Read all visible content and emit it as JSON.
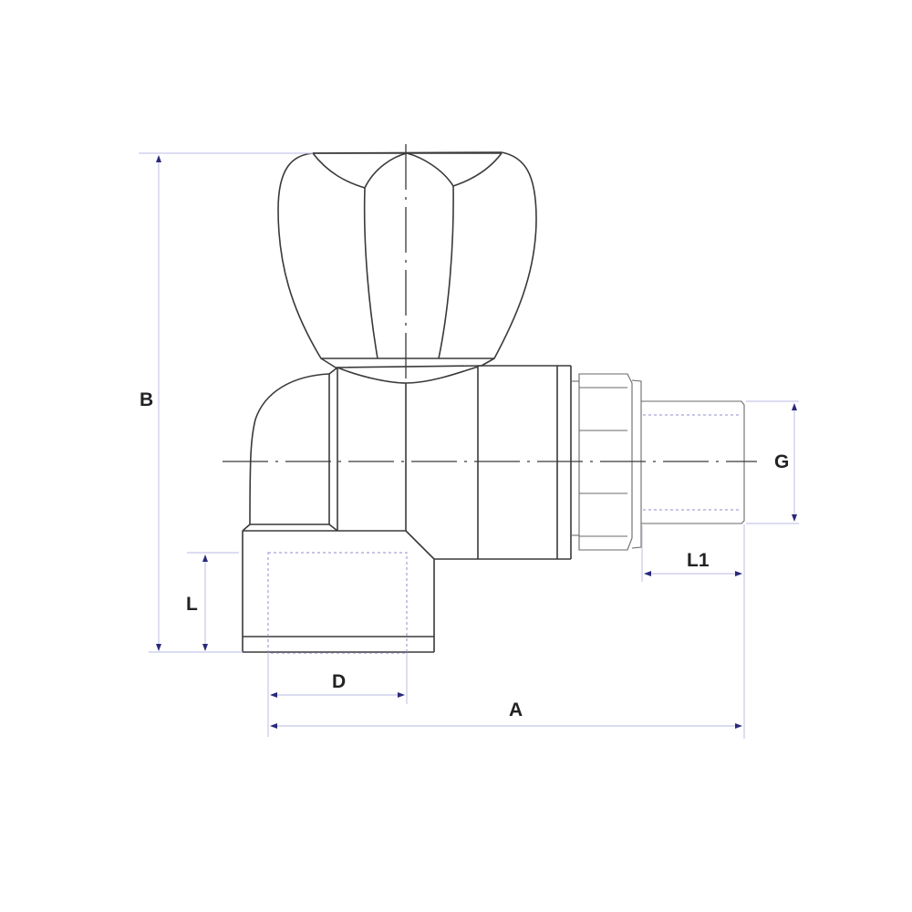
{
  "diagram": {
    "subject": "Radiator angle valve with union (technical dimension drawing)",
    "colors": {
      "outline": "#3a3a3a",
      "dimension_line": "#c8c8ea",
      "dimension_arrow": "#2a2a7a",
      "hidden_line": "#8c8cd0",
      "label": "#222222",
      "background": "#ffffff"
    },
    "dimensions": {
      "B": {
        "label": "B",
        "meaning": "overall height"
      },
      "L": {
        "label": "L",
        "meaning": "female thread length"
      },
      "D": {
        "label": "D",
        "meaning": "female thread diameter"
      },
      "A": {
        "label": "A",
        "meaning": "overall length"
      },
      "G": {
        "label": "G",
        "meaning": "male thread size"
      },
      "L1": {
        "label": "L1",
        "meaning": "male thread length"
      }
    },
    "parts": [
      "handwheel",
      "valve-body",
      "elbow-inlet",
      "female-thread-socket",
      "union-nut",
      "male-tailpiece"
    ]
  }
}
